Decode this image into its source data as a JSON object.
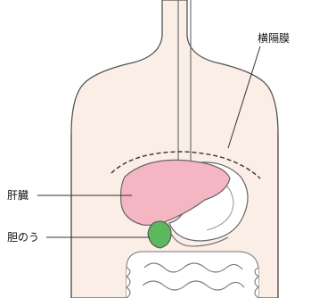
{
  "labels": {
    "diaphragm": "横隔膜",
    "liver": "肝臓",
    "gallbladder": "胆のう"
  },
  "colors": {
    "skin": "#fbeee6",
    "outline": "#555555",
    "liver": "#f4b6c2",
    "gallbladder": "#5cb85c",
    "organ_line": "#666666"
  }
}
